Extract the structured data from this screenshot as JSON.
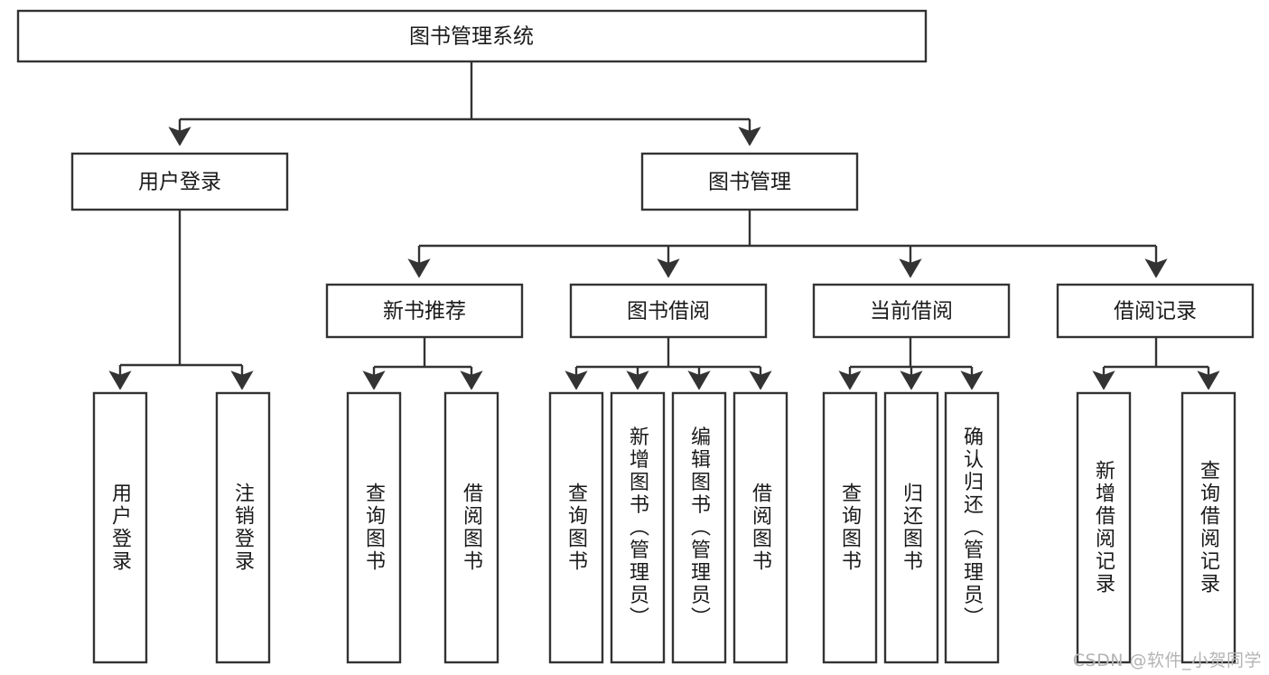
{
  "diagram": {
    "type": "tree",
    "title": "图书管理系统",
    "watermark": "CSDN @软件_小贺同学",
    "colors": {
      "stroke": "#333333",
      "fill": "#ffffff",
      "text": "#1a1a1a",
      "watermark": "#b4b4b4"
    },
    "levels": {
      "root": {
        "label": "图书管理系统"
      },
      "level2": [
        {
          "label": "用户登录"
        },
        {
          "label": "图书管理"
        }
      ],
      "level3": [
        {
          "label": "新书推荐"
        },
        {
          "label": "图书借阅"
        },
        {
          "label": "当前借阅"
        },
        {
          "label": "借阅记录"
        }
      ],
      "leaves": [
        {
          "label": "用户登录"
        },
        {
          "label": "注销登录"
        },
        {
          "label": "查询图书"
        },
        {
          "label": "借阅图书"
        },
        {
          "label": "查询图书"
        },
        {
          "label": "新增图书（管理员）"
        },
        {
          "label": "编辑图书（管理员）"
        },
        {
          "label": "借阅图书"
        },
        {
          "label": "查询图书"
        },
        {
          "label": "归还图书"
        },
        {
          "label": "确认归还（管理员）"
        },
        {
          "label": "新增借阅记录"
        },
        {
          "label": "查询借阅记录"
        }
      ]
    },
    "edges": [
      {
        "from": "图书管理系统",
        "to": "用户登录"
      },
      {
        "from": "图书管理系统",
        "to": "图书管理"
      },
      {
        "from": "图书管理",
        "to": "新书推荐"
      },
      {
        "from": "图书管理",
        "to": "图书借阅"
      },
      {
        "from": "图书管理",
        "to": "当前借阅"
      },
      {
        "from": "图书管理",
        "to": "借阅记录"
      },
      {
        "from": "用户登录",
        "to": "用户登录"
      },
      {
        "from": "用户登录",
        "to": "注销登录"
      },
      {
        "from": "新书推荐",
        "to": "查询图书"
      },
      {
        "from": "新书推荐",
        "to": "借阅图书"
      },
      {
        "from": "图书借阅",
        "to": "查询图书"
      },
      {
        "from": "图书借阅",
        "to": "新增图书（管理员）"
      },
      {
        "from": "图书借阅",
        "to": "编辑图书（管理员）"
      },
      {
        "from": "图书借阅",
        "to": "借阅图书"
      },
      {
        "from": "当前借阅",
        "to": "查询图书"
      },
      {
        "from": "当前借阅",
        "to": "归还图书"
      },
      {
        "from": "当前借阅",
        "to": "确认归还（管理员）"
      },
      {
        "from": "借阅记录",
        "to": "新增借阅记录"
      },
      {
        "from": "借阅记录",
        "to": "查询借阅记录"
      }
    ]
  }
}
